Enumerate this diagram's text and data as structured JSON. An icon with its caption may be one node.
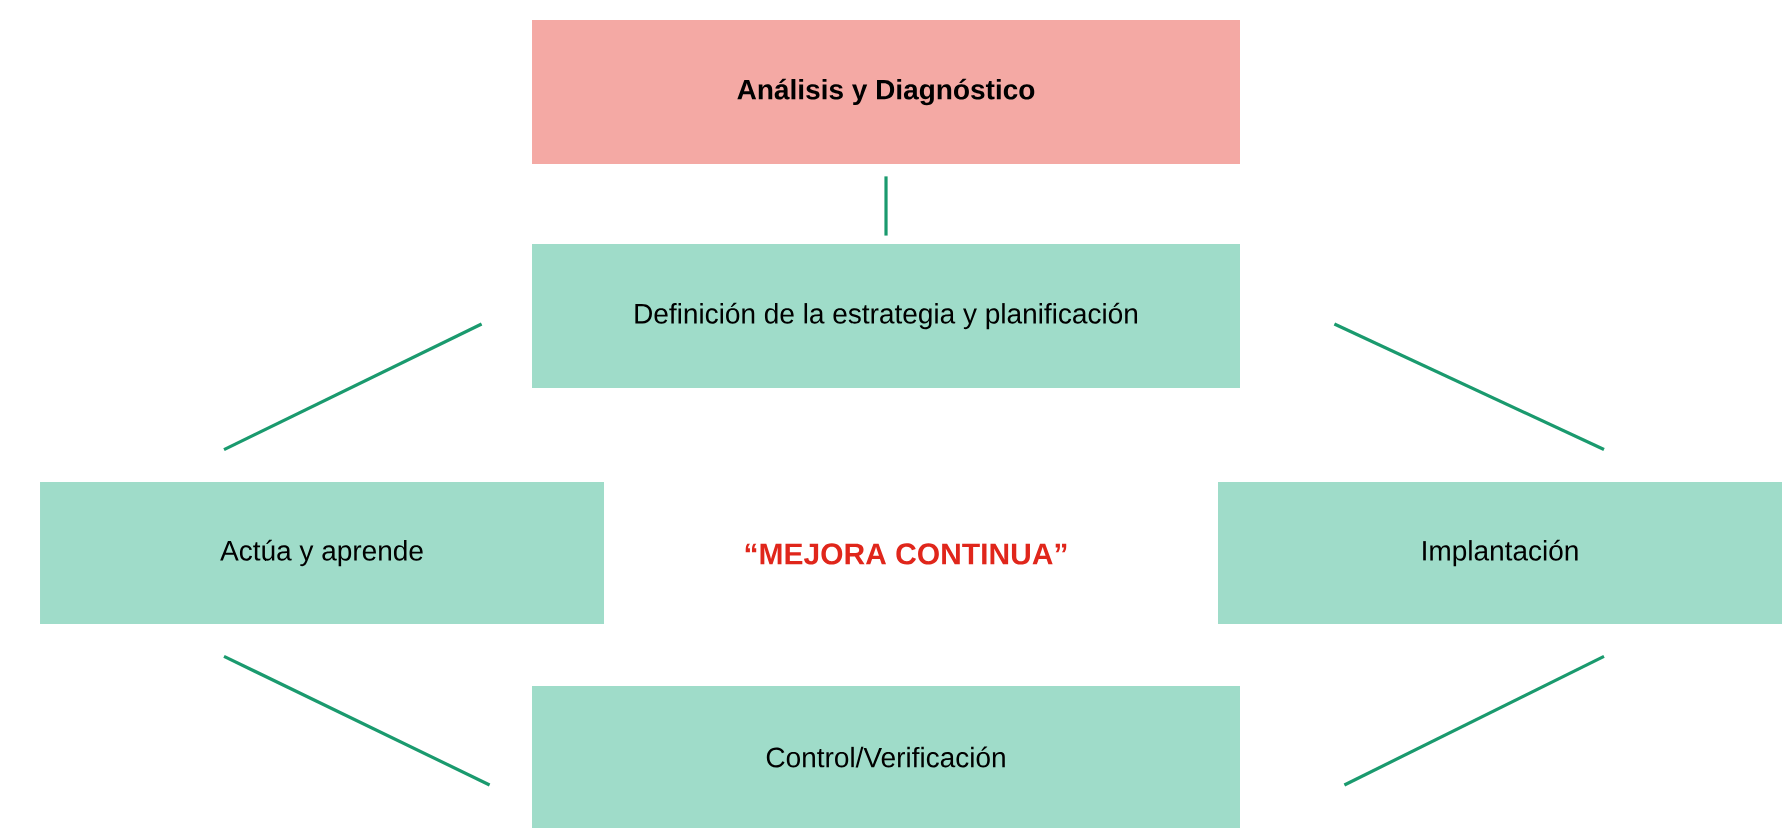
{
  "diagram": {
    "nodes": [
      {
        "text": [
          "Análisis y Diagnóstico"
        ]
      },
      {
        "text": [
          "Definición de la estrategia y planificación"
        ]
      },
      {
        "text": [
          "Actúa y aprende"
        ]
      },
      {
        "text": [
          "Implantación"
        ]
      },
      {
        "text": [
          "Control/Verificación"
        ]
      }
    ],
    "edges": [
      {
        "from": 0,
        "to": 1,
        "arrow": "none"
      },
      {
        "from": 1,
        "to": 2,
        "arrow": "none"
      },
      {
        "from": 1,
        "to": 3,
        "arrow": "none"
      },
      {
        "from": 2,
        "to": 4,
        "arrow": "none"
      },
      {
        "from": 4,
        "to": 3,
        "arrow": "none"
      }
    ],
    "labels": [
      "“MEJORA CONTINUA”"
    ]
  }
}
